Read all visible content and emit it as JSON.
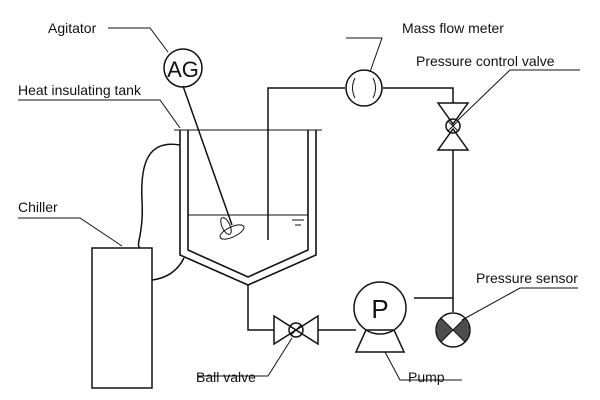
{
  "labels": {
    "agitator": "Agitator",
    "heat_insulating_tank": "Heat insulating tank",
    "chiller": "Chiller",
    "mass_flow_meter": "Mass flow meter",
    "pressure_control_valve": "Pressure control valve",
    "pressure_sensor": "Pressure sensor",
    "ball_valve": "Ball valve",
    "pump": "Pump"
  },
  "symbols": {
    "agitator": "AG",
    "pump": "P"
  },
  "colors": {
    "line": "#111111",
    "background": "#ffffff"
  }
}
